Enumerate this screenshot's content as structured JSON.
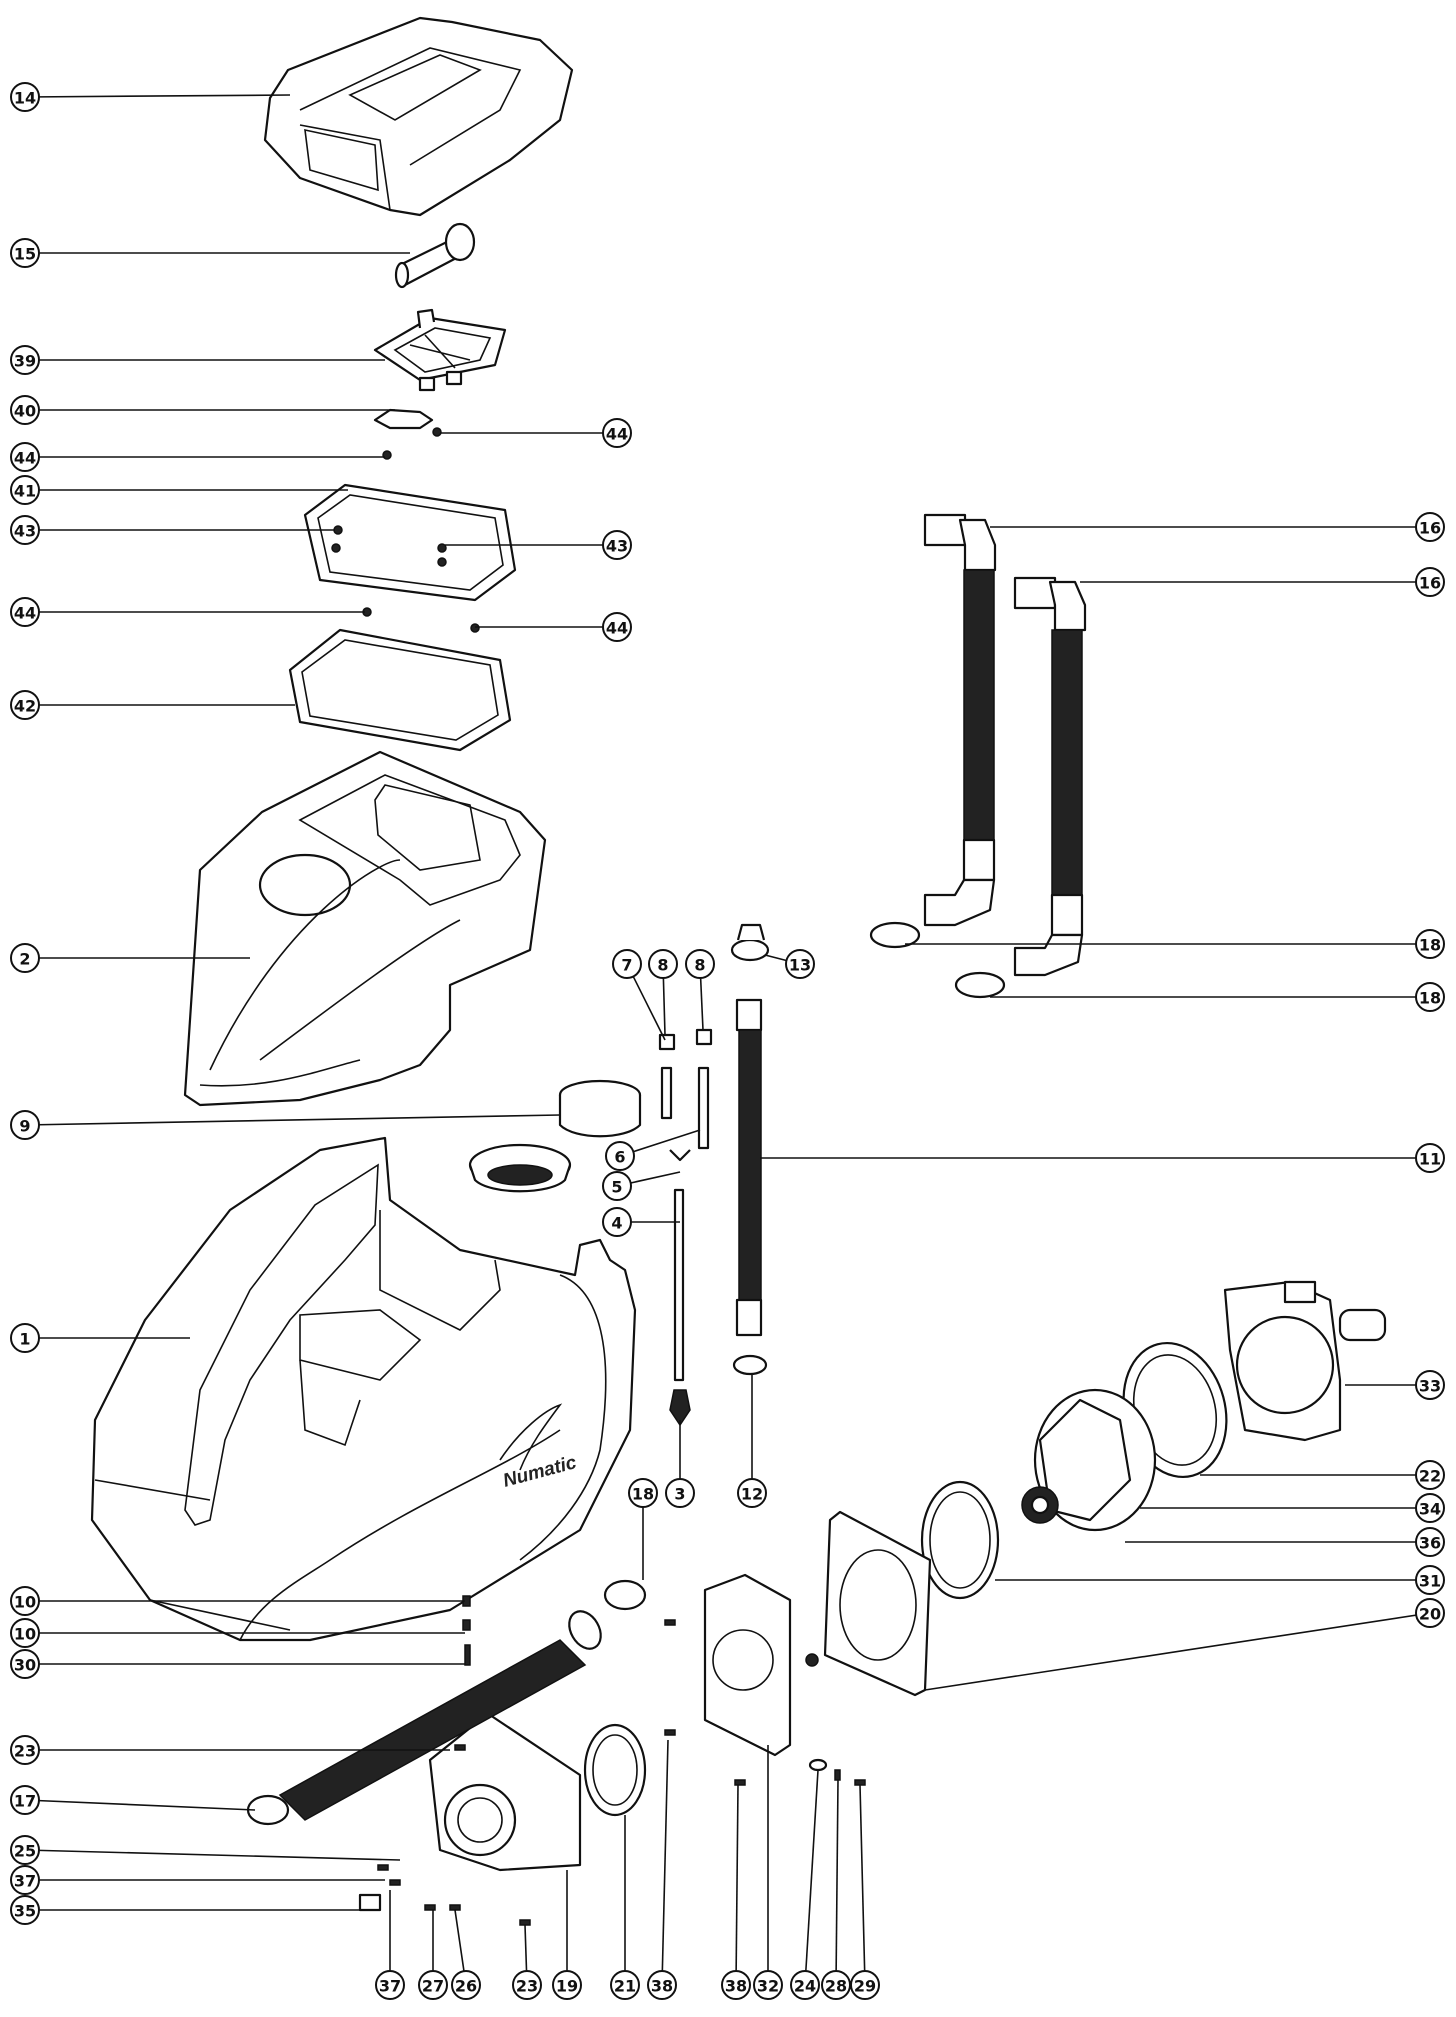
{
  "brand_text": "Numatic",
  "callouts": [
    "14",
    "15",
    "39",
    "40",
    "44",
    "44",
    "41",
    "43",
    "43",
    "44",
    "44",
    "42",
    "16",
    "16",
    "18",
    "18",
    "2",
    "7",
    "8",
    "8",
    "13",
    "9",
    "6",
    "11",
    "5",
    "4",
    "1",
    "33",
    "22",
    "34",
    "36",
    "31",
    "20",
    "18",
    "3",
    "12",
    "10",
    "10",
    "30",
    "23",
    "17",
    "25",
    "37",
    "35",
    "37",
    "27",
    "26",
    "23",
    "19",
    "21",
    "38",
    "38",
    "32",
    "24",
    "28",
    "29"
  ]
}
